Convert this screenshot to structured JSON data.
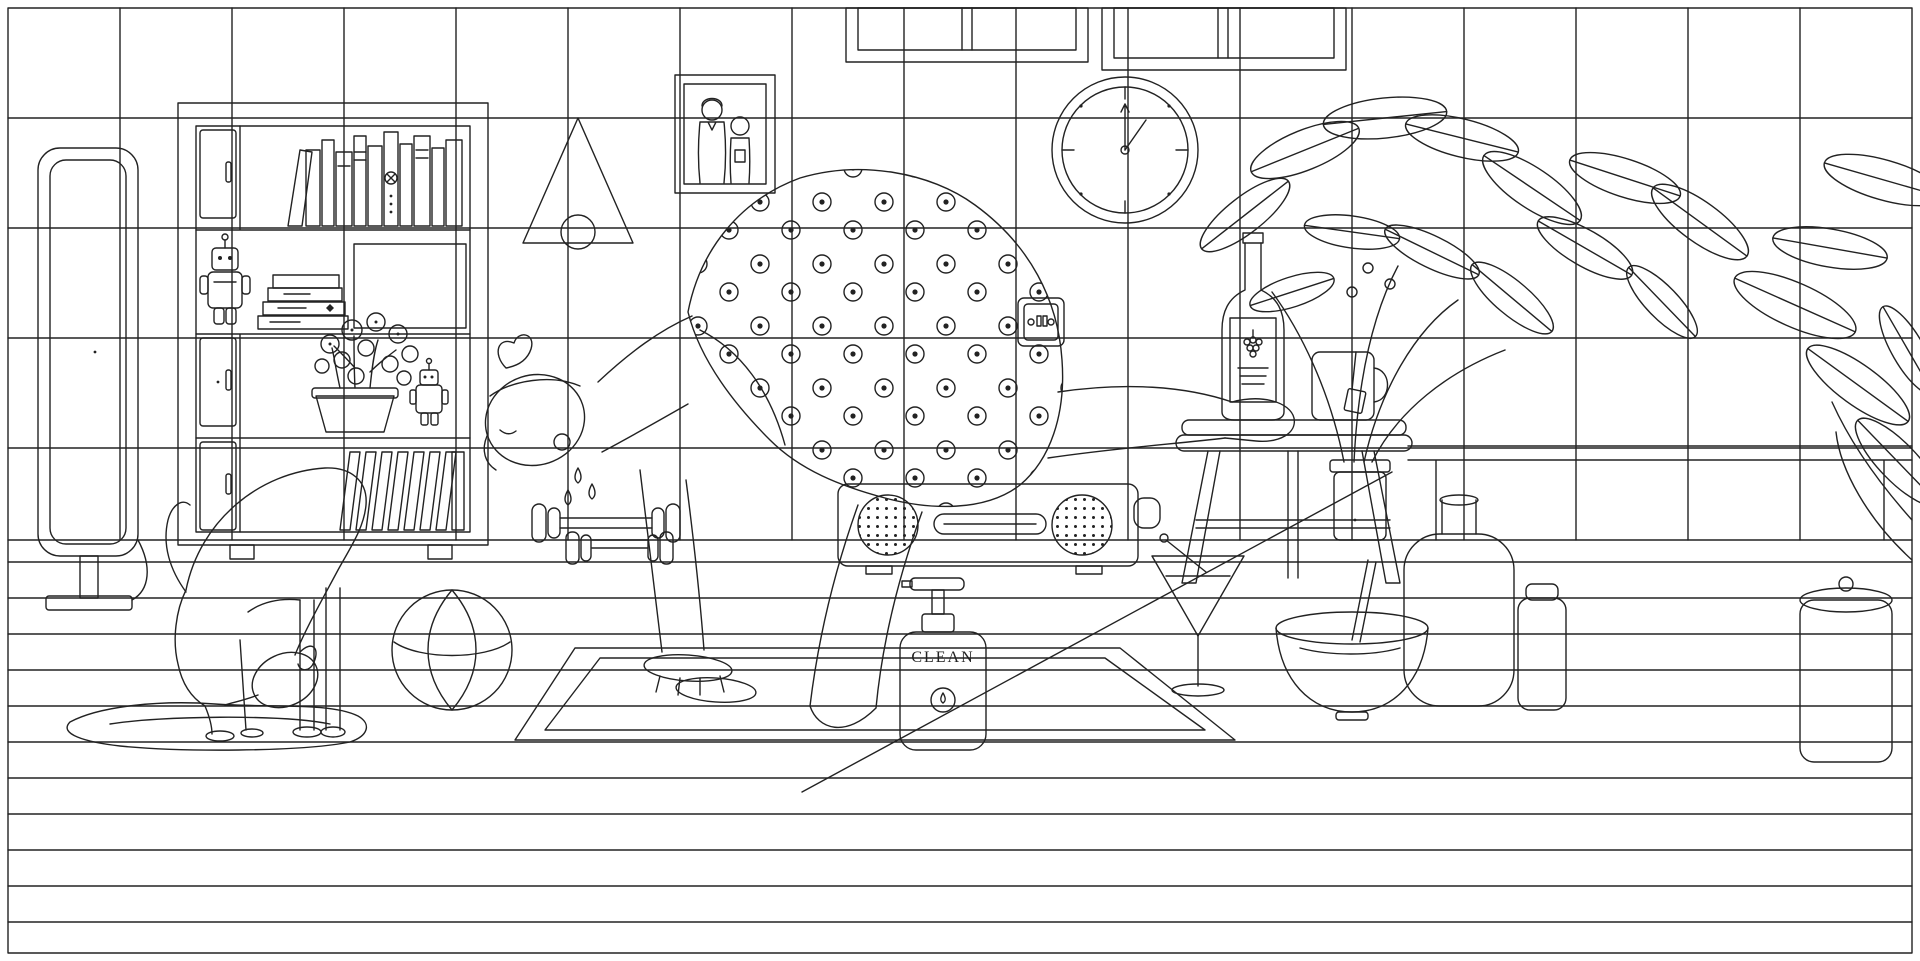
{
  "scene": {
    "background_color": "#ffffff",
    "line_color": "#222222",
    "bottle_label": "CLEAN",
    "objects": [
      "blueprint grid overlay",
      "two top windows",
      "wall clock",
      "framed photo of two people",
      "triangle wall art with circle",
      "power outlet",
      "bookshelf with books, two toy robots and potted pilea plant",
      "television on stand",
      "person exercising in polka-dot shirt on yoga mat",
      "dog drinking from a puddle",
      "beach ball",
      "two dumbbells",
      "boombox stereo",
      "hand sanitizer pump bottle",
      "martini glass",
      "stool with wine bottle and mug with tea tag",
      "large house plant",
      "mixing bowl with spoon",
      "jug, jar and canister",
      "plank floor"
    ]
  }
}
